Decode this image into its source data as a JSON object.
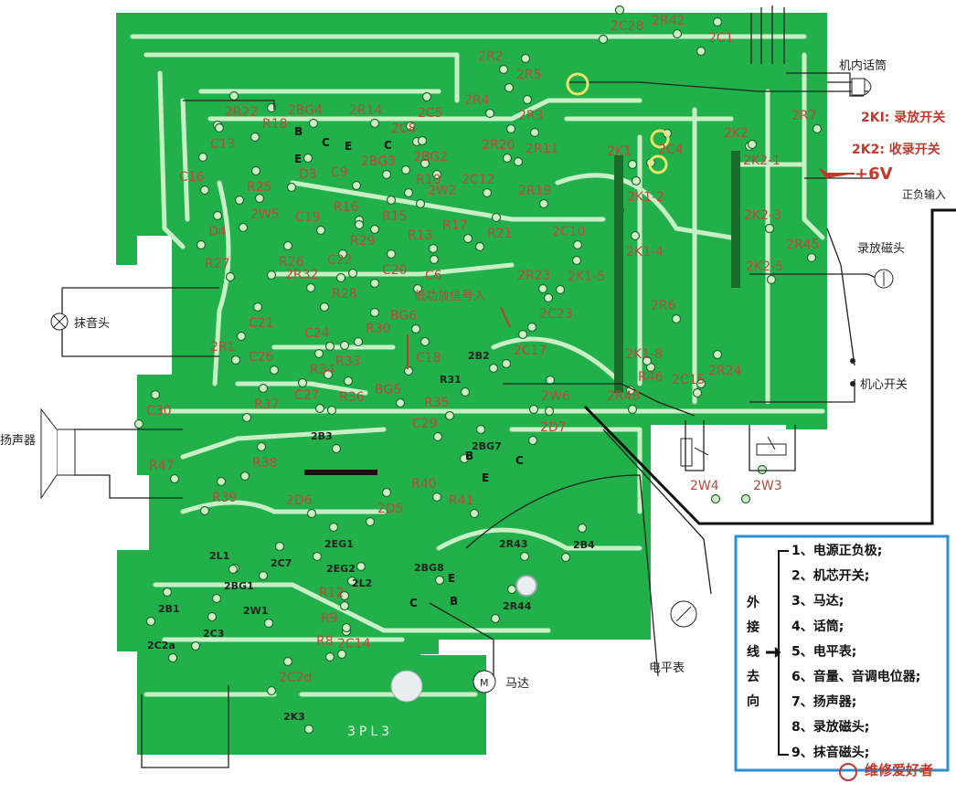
{
  "board": {
    "label_bottom": "3PL3",
    "annotation_signal": "低功放信号入"
  },
  "top_labels": {
    "mic": "机内话筒",
    "k1": "2KI: 录放开关",
    "k2": "2K2: 收录开关",
    "plus6v": "+6V",
    "pos_in": "正负输入",
    "rec_head": "录放磁头",
    "motor_switch": "机心开关",
    "erase_head": "抹音头",
    "speaker": "扬声器",
    "meter": "电平表",
    "motor": "马达"
  },
  "components": [
    {
      "id": "c_2C28",
      "t": "2C28"
    },
    {
      "id": "c_2R42",
      "t": "2R42"
    },
    {
      "id": "c_2C1",
      "t": "2C1"
    },
    {
      "id": "c_2R2",
      "t": "2R2"
    },
    {
      "id": "c_2R5",
      "t": "2R5"
    },
    {
      "id": "c_2R4",
      "t": "2R4"
    },
    {
      "id": "c_2R3",
      "t": "2R3"
    },
    {
      "id": "c_2R7",
      "t": "2R7"
    },
    {
      "id": "c_2R22",
      "t": "2R22"
    },
    {
      "id": "c_2BG4",
      "t": "2BG4"
    },
    {
      "id": "c_R18",
      "t": "R18"
    },
    {
      "id": "c_2R14",
      "t": "2R14"
    },
    {
      "id": "c_2C5",
      "t": "2C5"
    },
    {
      "id": "c_2C8",
      "t": "2C8"
    },
    {
      "id": "c_C13",
      "t": "C13"
    },
    {
      "id": "c_2BG3",
      "t": "2BG3"
    },
    {
      "id": "c_2BG2",
      "t": "2BG2"
    },
    {
      "id": "c_2R20",
      "t": "2R20"
    },
    {
      "id": "c_2R11",
      "t": "2R11"
    },
    {
      "id": "c_2K1",
      "t": "2K1"
    },
    {
      "id": "c_2C4",
      "t": "2C4"
    },
    {
      "id": "c_2K2",
      "t": "2K2"
    },
    {
      "id": "c_2K2-1",
      "t": "2K2-1"
    },
    {
      "id": "c_C16",
      "t": "C16"
    },
    {
      "id": "c_D3",
      "t": "D3"
    },
    {
      "id": "c_C9",
      "t": "C9"
    },
    {
      "id": "c_R10",
      "t": "R10"
    },
    {
      "id": "c_2C12",
      "t": "2C12"
    },
    {
      "id": "c_R25",
      "t": "R25"
    },
    {
      "id": "c_R16",
      "t": "R16"
    },
    {
      "id": "c_2W2",
      "t": "2W2"
    },
    {
      "id": "c_2R19",
      "t": "2R19"
    },
    {
      "id": "c_2K1-2",
      "t": "2K1-2"
    },
    {
      "id": "c_2K2-3",
      "t": "2K2-3"
    },
    {
      "id": "c_2W5",
      "t": "2W5"
    },
    {
      "id": "c_C19",
      "t": "C19"
    },
    {
      "id": "c_R15",
      "t": "R15"
    },
    {
      "id": "c_R17",
      "t": "R17"
    },
    {
      "id": "c_R21",
      "t": "R21"
    },
    {
      "id": "c_2C10",
      "t": "2C10"
    },
    {
      "id": "c_D4",
      "t": "D4"
    },
    {
      "id": "c_R13",
      "t": "R13"
    },
    {
      "id": "c_R29",
      "t": "R29"
    },
    {
      "id": "c_2R45",
      "t": "2R45"
    },
    {
      "id": "c_R26",
      "t": "R26"
    },
    {
      "id": "c_C22",
      "t": "C22"
    },
    {
      "id": "c_2K1-4",
      "t": "2K1-4"
    },
    {
      "id": "c_R27",
      "t": "R27"
    },
    {
      "id": "c_C20",
      "t": "C20"
    },
    {
      "id": "c_2R32",
      "t": "2R32"
    },
    {
      "id": "c_C6",
      "t": "C6"
    },
    {
      "id": "c_2R23",
      "t": "2R23"
    },
    {
      "id": "c_2K1-5",
      "t": "2K1-5"
    },
    {
      "id": "c_2K2-5",
      "t": "2K2-5"
    },
    {
      "id": "c_R28",
      "t": "R28"
    },
    {
      "id": "c_2R6",
      "t": "2R6"
    },
    {
      "id": "c_C21",
      "t": "C21"
    },
    {
      "id": "c_BG6",
      "t": "BG6"
    },
    {
      "id": "c_2C23",
      "t": "2C23"
    },
    {
      "id": "c_C24",
      "t": "C24"
    },
    {
      "id": "c_R30",
      "t": "R30"
    },
    {
      "id": "c_2R1",
      "t": "2R1"
    },
    {
      "id": "c_C18",
      "t": "C18"
    },
    {
      "id": "c_2B2",
      "t": "2B2"
    },
    {
      "id": "c_2C17",
      "t": "2C17"
    },
    {
      "id": "c_C26",
      "t": "C26"
    },
    {
      "id": "c_R33",
      "t": "R33"
    },
    {
      "id": "c_2K1-8",
      "t": "2K1-8"
    },
    {
      "id": "c_R34",
      "t": "R34"
    },
    {
      "id": "c_R31",
      "t": "R31"
    },
    {
      "id": "c_R46",
      "t": "R46"
    },
    {
      "id": "c_2C15",
      "t": "2C15"
    },
    {
      "id": "c_2R24",
      "t": "2R24"
    },
    {
      "id": "c_C27",
      "t": "C27"
    },
    {
      "id": "c_R36",
      "t": "R36"
    },
    {
      "id": "c_BG5",
      "t": "BG5"
    },
    {
      "id": "c_2W6",
      "t": "2W6"
    },
    {
      "id": "c_2R48",
      "t": "2R48"
    },
    {
      "id": "c_R37",
      "t": "R37"
    },
    {
      "id": "c_R35",
      "t": "R35"
    },
    {
      "id": "c_C30",
      "t": "C30"
    },
    {
      "id": "c_C29",
      "t": "C29"
    },
    {
      "id": "c_2D7",
      "t": "2D7"
    },
    {
      "id": "c_2B3",
      "t": "2B3"
    },
    {
      "id": "c_2BG7",
      "t": "2BG7"
    },
    {
      "id": "c_R47",
      "t": "R47"
    },
    {
      "id": "c_R38",
      "t": "R38"
    },
    {
      "id": "c_2W4",
      "t": "2W4"
    },
    {
      "id": "c_2W3",
      "t": "2W3"
    },
    {
      "id": "c_R40",
      "t": "R40"
    },
    {
      "id": "c_R39",
      "t": "R39"
    },
    {
      "id": "c_2D6",
      "t": "2D6"
    },
    {
      "id": "c_2D5",
      "t": "2D5"
    },
    {
      "id": "c_R41",
      "t": "R41"
    },
    {
      "id": "c_2EG1",
      "t": "2EG1"
    },
    {
      "id": "c_2R43",
      "t": "2R43"
    },
    {
      "id": "c_2B4",
      "t": "2B4"
    },
    {
      "id": "c_2L1",
      "t": "2L1"
    },
    {
      "id": "c_2C7",
      "t": "2C7"
    },
    {
      "id": "c_2EG2",
      "t": "2EG2"
    },
    {
      "id": "c_2L2",
      "t": "2L2"
    },
    {
      "id": "c_2BG8",
      "t": "2BG8"
    },
    {
      "id": "c_2BG1",
      "t": "2BG1"
    },
    {
      "id": "c_R12",
      "t": "R12"
    },
    {
      "id": "c_2B1",
      "t": "2B1"
    },
    {
      "id": "c_2W1",
      "t": "2W1"
    },
    {
      "id": "c_2R44",
      "t": "2R44"
    },
    {
      "id": "c_R9",
      "t": "R9"
    },
    {
      "id": "c_2C3",
      "t": "2C3"
    },
    {
      "id": "c_R8",
      "t": "R8"
    },
    {
      "id": "c_2C14",
      "t": "2C14"
    },
    {
      "id": "c_2C2a",
      "t": "2C2a"
    },
    {
      "id": "c_2C2d",
      "t": "2C2d"
    },
    {
      "id": "c_2K3",
      "t": "2K3"
    }
  ],
  "pins": [
    {
      "id": "pin_B4",
      "t": "B"
    },
    {
      "id": "pin_C4",
      "t": "C"
    },
    {
      "id": "pin_E4",
      "t": "E"
    },
    {
      "id": "pin_E3",
      "t": "E"
    },
    {
      "id": "pin_C3",
      "t": "C"
    },
    {
      "id": "pin_B7",
      "t": "B"
    },
    {
      "id": "pin_C7",
      "t": "C"
    },
    {
      "id": "pin_E7",
      "t": "E"
    },
    {
      "id": "pin_E8",
      "t": "E"
    },
    {
      "id": "pin_C8",
      "t": "C"
    },
    {
      "id": "pin_B8",
      "t": "B"
    }
  ],
  "legend": {
    "side_title": [
      "外",
      "接",
      "线",
      "去",
      "向"
    ],
    "items": [
      "1、电源正负极;",
      "2、机芯开关;",
      "3、马达;",
      "4、话筒;",
      "5、电平表;",
      "6、音量、音调电位器;",
      "7、扬声器;",
      "8、录放磁头;",
      "9、抹音磁头;"
    ]
  },
  "watermark": "维修爱好者",
  "colors": {
    "board_green": "#22b04b",
    "trace_light": "#c9efc6",
    "label_red": "#b8493b",
    "legend_border": "#2b8fd6"
  }
}
